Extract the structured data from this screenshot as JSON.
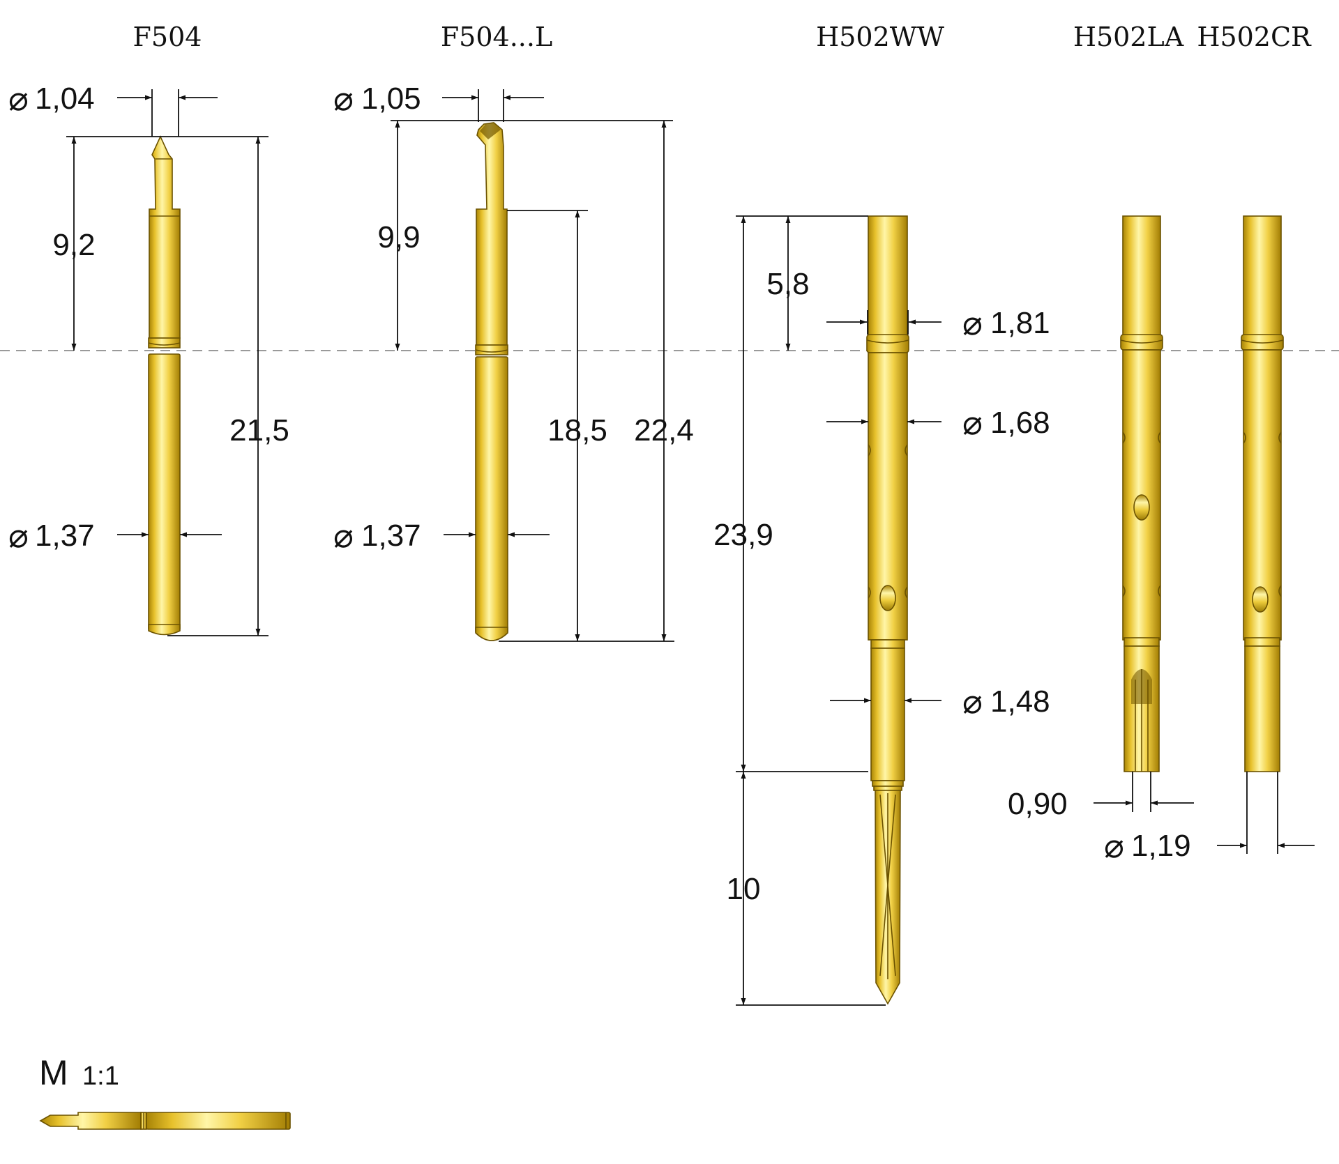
{
  "colors": {
    "gold_light": "#fff3a0",
    "gold_mid": "#e8c228",
    "gold_dark": "#9a7a05",
    "outline": "#6b5200",
    "centerline": "#9a9a9a"
  },
  "diam_symbol": "⌀",
  "titles": {
    "f504": "F504",
    "f504l": "F504...L",
    "h502ww": "H502WW",
    "h502la": "H502LA",
    "h502cr": "H502CR"
  },
  "f504": {
    "tip_dia": "1,04",
    "tip_len": "9,2",
    "total_len": "21,5",
    "body_dia": "1,37"
  },
  "f504l": {
    "tip_dia": "1,05",
    "tip_len": "9,9",
    "plunger_len": "18,5",
    "total_len": "22,4",
    "body_dia": "1,37"
  },
  "h502ww": {
    "collar_len": "5,8",
    "collar_dia": "1,81",
    "body_dia": "1,68",
    "total_len": "23,9",
    "lower_dia": "1,48",
    "tail_len": "10"
  },
  "h502la": {
    "slot_width": "0,90"
  },
  "h502cr": {
    "tail_dia": "1,19"
  },
  "scale": {
    "prefix": "M",
    "ratio": "1:1"
  }
}
